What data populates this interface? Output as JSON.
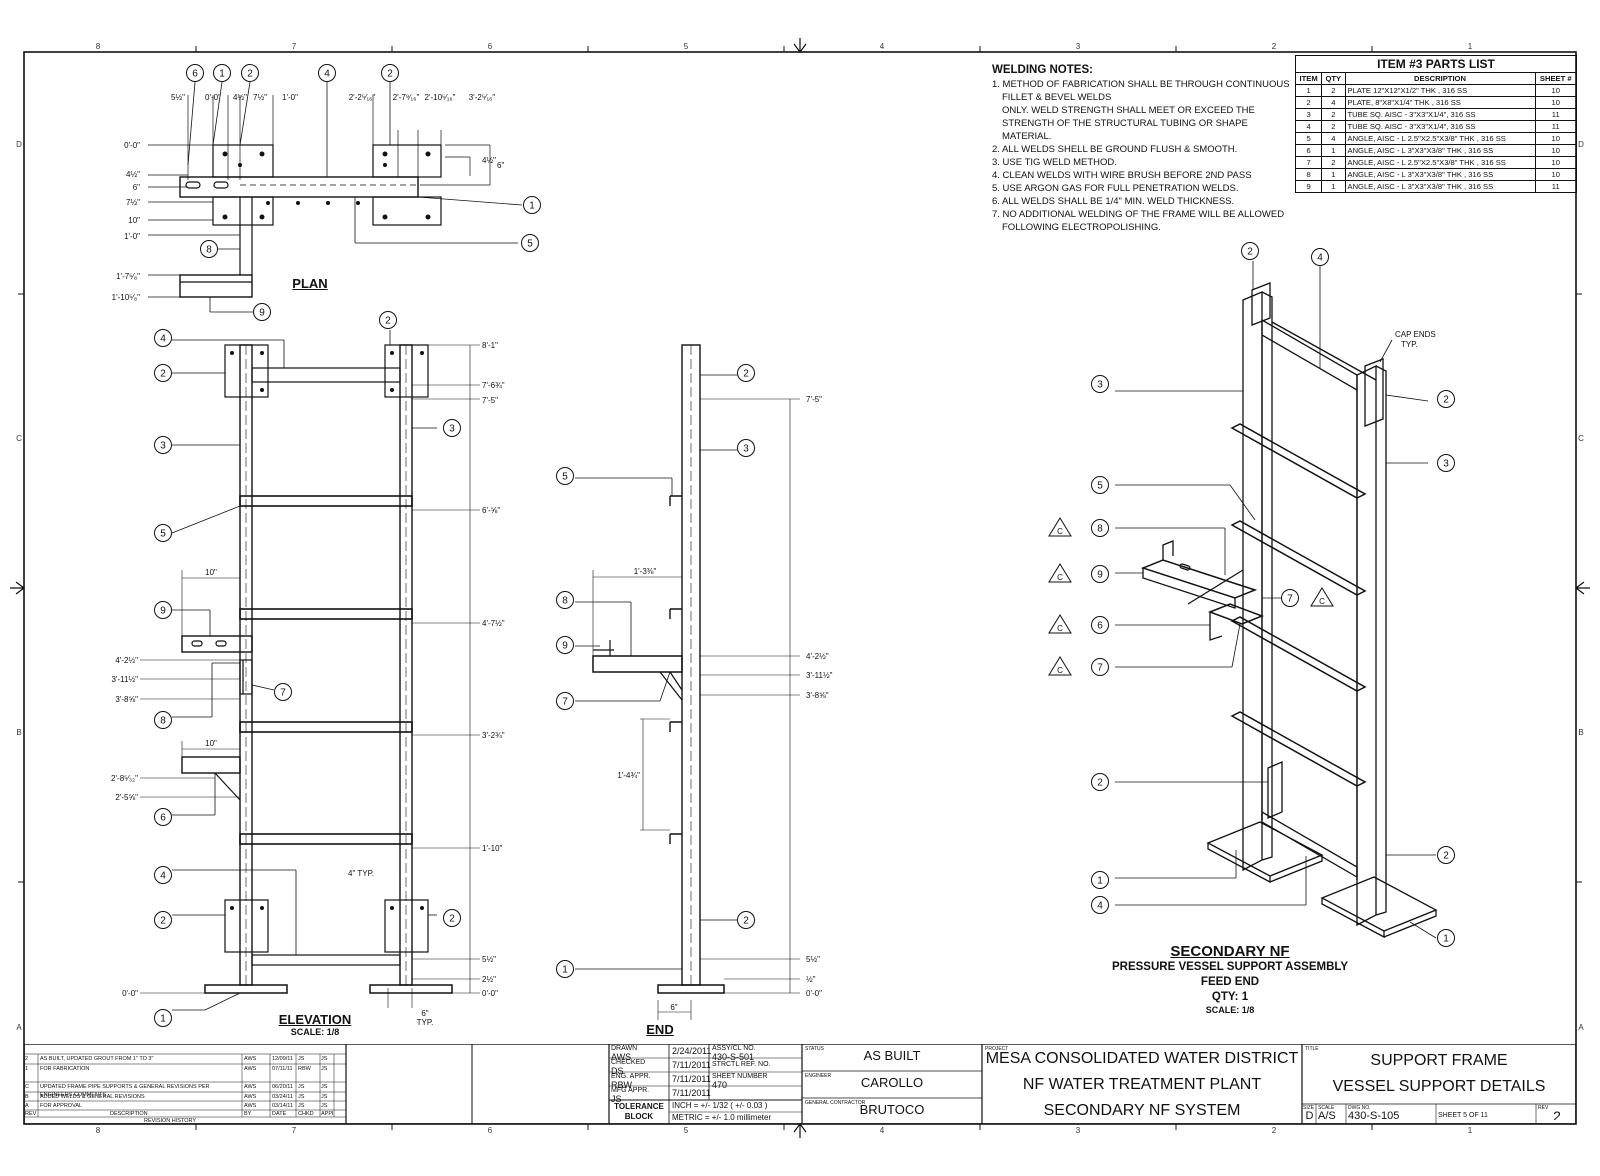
{
  "views": {
    "plan": {
      "label": "PLAN"
    },
    "elevation": {
      "label": "ELEVATION",
      "scale": "SCALE: 1/8"
    },
    "end": {
      "label": "END"
    },
    "iso": {
      "title": "SECONDARY NF",
      "line1": "PRESSURE VESSEL SUPPORT ASSEMBLY",
      "line2": "FEED END",
      "line3": "QTY: 1",
      "scale": "SCALE: 1/8"
    }
  },
  "plan_dims": {
    "top": [
      "5½\"",
      "0'-0\"",
      "4½\"",
      "7½\"",
      "1'-0\"",
      "2'-2⁵⁄₁₆\"",
      "2'-7⁹⁄₁₆\"",
      "2'-10⁵⁄₁₆\"",
      "3'-2⁵⁄₁₆\""
    ],
    "left": [
      "0'-0\"",
      "4½\"",
      "6\"",
      "7½\"",
      "10\"",
      "1'-0\"",
      "1'-7⁵⁄₈\"",
      "1'-10⁵⁄₈\""
    ],
    "right": [
      "4½\"",
      "6\""
    ]
  },
  "elev_dims": {
    "right": [
      "8'-1\"",
      "7'-6¾\"",
      "7'-5\"",
      "6'-⅝\"",
      "4'-7½\"",
      "3'-2¾\"",
      "1'-10\"",
      "5½\"",
      "2½\"",
      "0'-0\""
    ],
    "left": [
      "10\"",
      "4'-2½\"",
      "3'-11½\"",
      "3'-8⅝\"",
      "10\"",
      "2'-8⁵⁄₃₂\"",
      "2'-5⅝\"",
      "0'-0\""
    ],
    "typ4": "4\" TYP.",
    "typ6": "6\"",
    "typ6b": "TYP."
  },
  "end_dims": {
    "right": [
      "7'-5\"",
      "4'-2½\"",
      "3'-11½\"",
      "3'-8⅝\"",
      "5½\"",
      "½\"",
      "0'-0\""
    ],
    "left": [
      "1'-3⅜\"",
      "1'-4¾\""
    ],
    "bottom": "6\""
  },
  "iso_notes": {
    "cap": "CAP ENDS",
    "typ": "TYP."
  },
  "welding": {
    "title": "WELDING NOTES:",
    "notes": [
      "1. METHOD OF FABRICATION SHALL BE THROUGH CONTINUOUS",
      "FILLET & BEVEL WELDS",
      "ONLY.  WELD STRENGTH SHALL MEET OR EXCEED THE",
      "STRENGTH OF THE STRUCTURAL TUBING OR SHAPE MATERIAL.",
      "2. ALL WELDS SHELL BE GROUND FLUSH & SMOOTH.",
      "3. USE TIG WELD METHOD.",
      "4. CLEAN WELDS WITH WIRE BRUSH BEFORE 2ND PASS",
      "5. USE ARGON GAS FOR FULL PENETRATION WELDS.",
      "6. ALL WELDS SHALL BE 1/4\" MIN. WELD THICKNESS.",
      "7. NO ADDITIONAL WELDING OF THE FRAME WILL BE ALLOWED",
      "FOLLOWING ELECTROPOLISHING."
    ]
  },
  "parts_list": {
    "title": "ITEM #3 PARTS LIST",
    "headers": [
      "ITEM",
      "QTY",
      "DESCRIPTION",
      "SHEET #"
    ],
    "rows": [
      [
        "1",
        "2",
        "PLATE 12\"X12\"X1/2\" THK , 316 SS",
        "10"
      ],
      [
        "2",
        "4",
        "PLATE, 8\"X8\"X1/4\" THK , 316 SS",
        "10"
      ],
      [
        "3",
        "2",
        "TUBE SQ. AISC - 3\"X3\"X1/4\", 316 SS",
        "11"
      ],
      [
        "4",
        "2",
        "TUBE SQ. AISC - 3\"X3\"X1/4\", 316 SS",
        "11"
      ],
      [
        "5",
        "4",
        "ANGLE, AISC - L 2.5\"X2.5\"X3/8\" THK , 316 SS",
        "10"
      ],
      [
        "6",
        "1",
        "ANGLE, AISC - L 3\"X3\"X3/8\" THK , 316 SS",
        "10"
      ],
      [
        "7",
        "2",
        "ANGLE, AISC - L 2.5\"X2.5\"X3/8\" THK , 316 SS",
        "10"
      ],
      [
        "8",
        "1",
        "ANGLE, AISC - L 3\"X3\"X3/8\" THK , 316 SS",
        "10"
      ],
      [
        "9",
        "1",
        "ANGLE, AISC - L 3\"X3\"X3/8\" THK , 316 SS",
        "11"
      ]
    ]
  },
  "revision": {
    "title": "REVISION HISTORY",
    "headers": [
      "REV",
      "DESCRIPTION",
      "BY",
      "DATE",
      "CHKD",
      "APPD"
    ],
    "rows": [
      [
        "2",
        "AS BUILT, UPDATED GROUT FROM 1\" TO 3\"",
        "AWS",
        "12/09/11",
        "JS",
        "JS"
      ],
      [
        "1",
        "FOR FABRICATION",
        "AWS",
        "07/11/11",
        "RBW",
        "JS"
      ],
      [
        "C",
        "UPDATED FRAME PIPE SUPPORTS & GENERAL REVISIONS PER ENGINEERS COMMENTS",
        "AWS",
        "06/20/11",
        "JS",
        "JS"
      ],
      [
        "B",
        "ADDED WELDS & GENERAL REVISIONS",
        "AWS",
        "03/24/11",
        "JS",
        "JS"
      ],
      [
        "A",
        "FOR APPROVAL",
        "AWS",
        "03/14/11",
        "JS",
        "JS"
      ]
    ]
  },
  "title_block": {
    "drawn_label": "DRAWN",
    "drawn": "AWS",
    "drawn_date": "2/24/2011",
    "checked_label": "CHECKED",
    "checked": "DS",
    "checked_date": "7/11/2011",
    "eng_label": "ENG. APPR.",
    "eng": "RBW",
    "eng_date": "7/11/2011",
    "mfg_label": "MFG APPR.",
    "mfg": "JS",
    "mfg_date": "7/11/2011",
    "assy_label": "ASSY/CL NO.",
    "assy": "430-S-501",
    "struct_label": "STRCTL REF. NO.",
    "sheet_num_label": "SHEET NUMBER",
    "sheet_num": "470",
    "tol_label1": "TOLERANCE",
    "tol_label2": "BLOCK",
    "tol_inch": "INCH = +/- 1/32 ( +/- 0.03 )",
    "tol_metric": "METRIC = +/- 1.0 millimeter",
    "status_label": "STATUS",
    "status": "AS BUILT",
    "engineer_label": "ENGINEER",
    "engineer": "CAROLLO",
    "gc_label": "GENERAL CONTRACTOR",
    "gc": "BRUTOCO",
    "project_label": "PROJECT",
    "project1": "MESA CONSOLIDATED WATER DISTRICT",
    "project2": "NF WATER TREATMENT PLANT",
    "project3": "SECONDARY NF SYSTEM",
    "title_label": "TITLE",
    "title1": "SUPPORT FRAME",
    "title2": "VESSEL SUPPORT DETAILS",
    "size_label": "SIZE",
    "size": "D",
    "scale_label": "SCALE",
    "scale": "A/S",
    "dwg_label": "DWG NO.",
    "dwg": "430-S-105",
    "sheet": "SHEET 5  OF 11",
    "rev_label": "REV",
    "rev": "2"
  },
  "border": {
    "cols": [
      "8",
      "7",
      "6",
      "5",
      "4",
      "3",
      "2",
      "1"
    ],
    "rows": [
      "D",
      "C",
      "B",
      "A"
    ]
  }
}
